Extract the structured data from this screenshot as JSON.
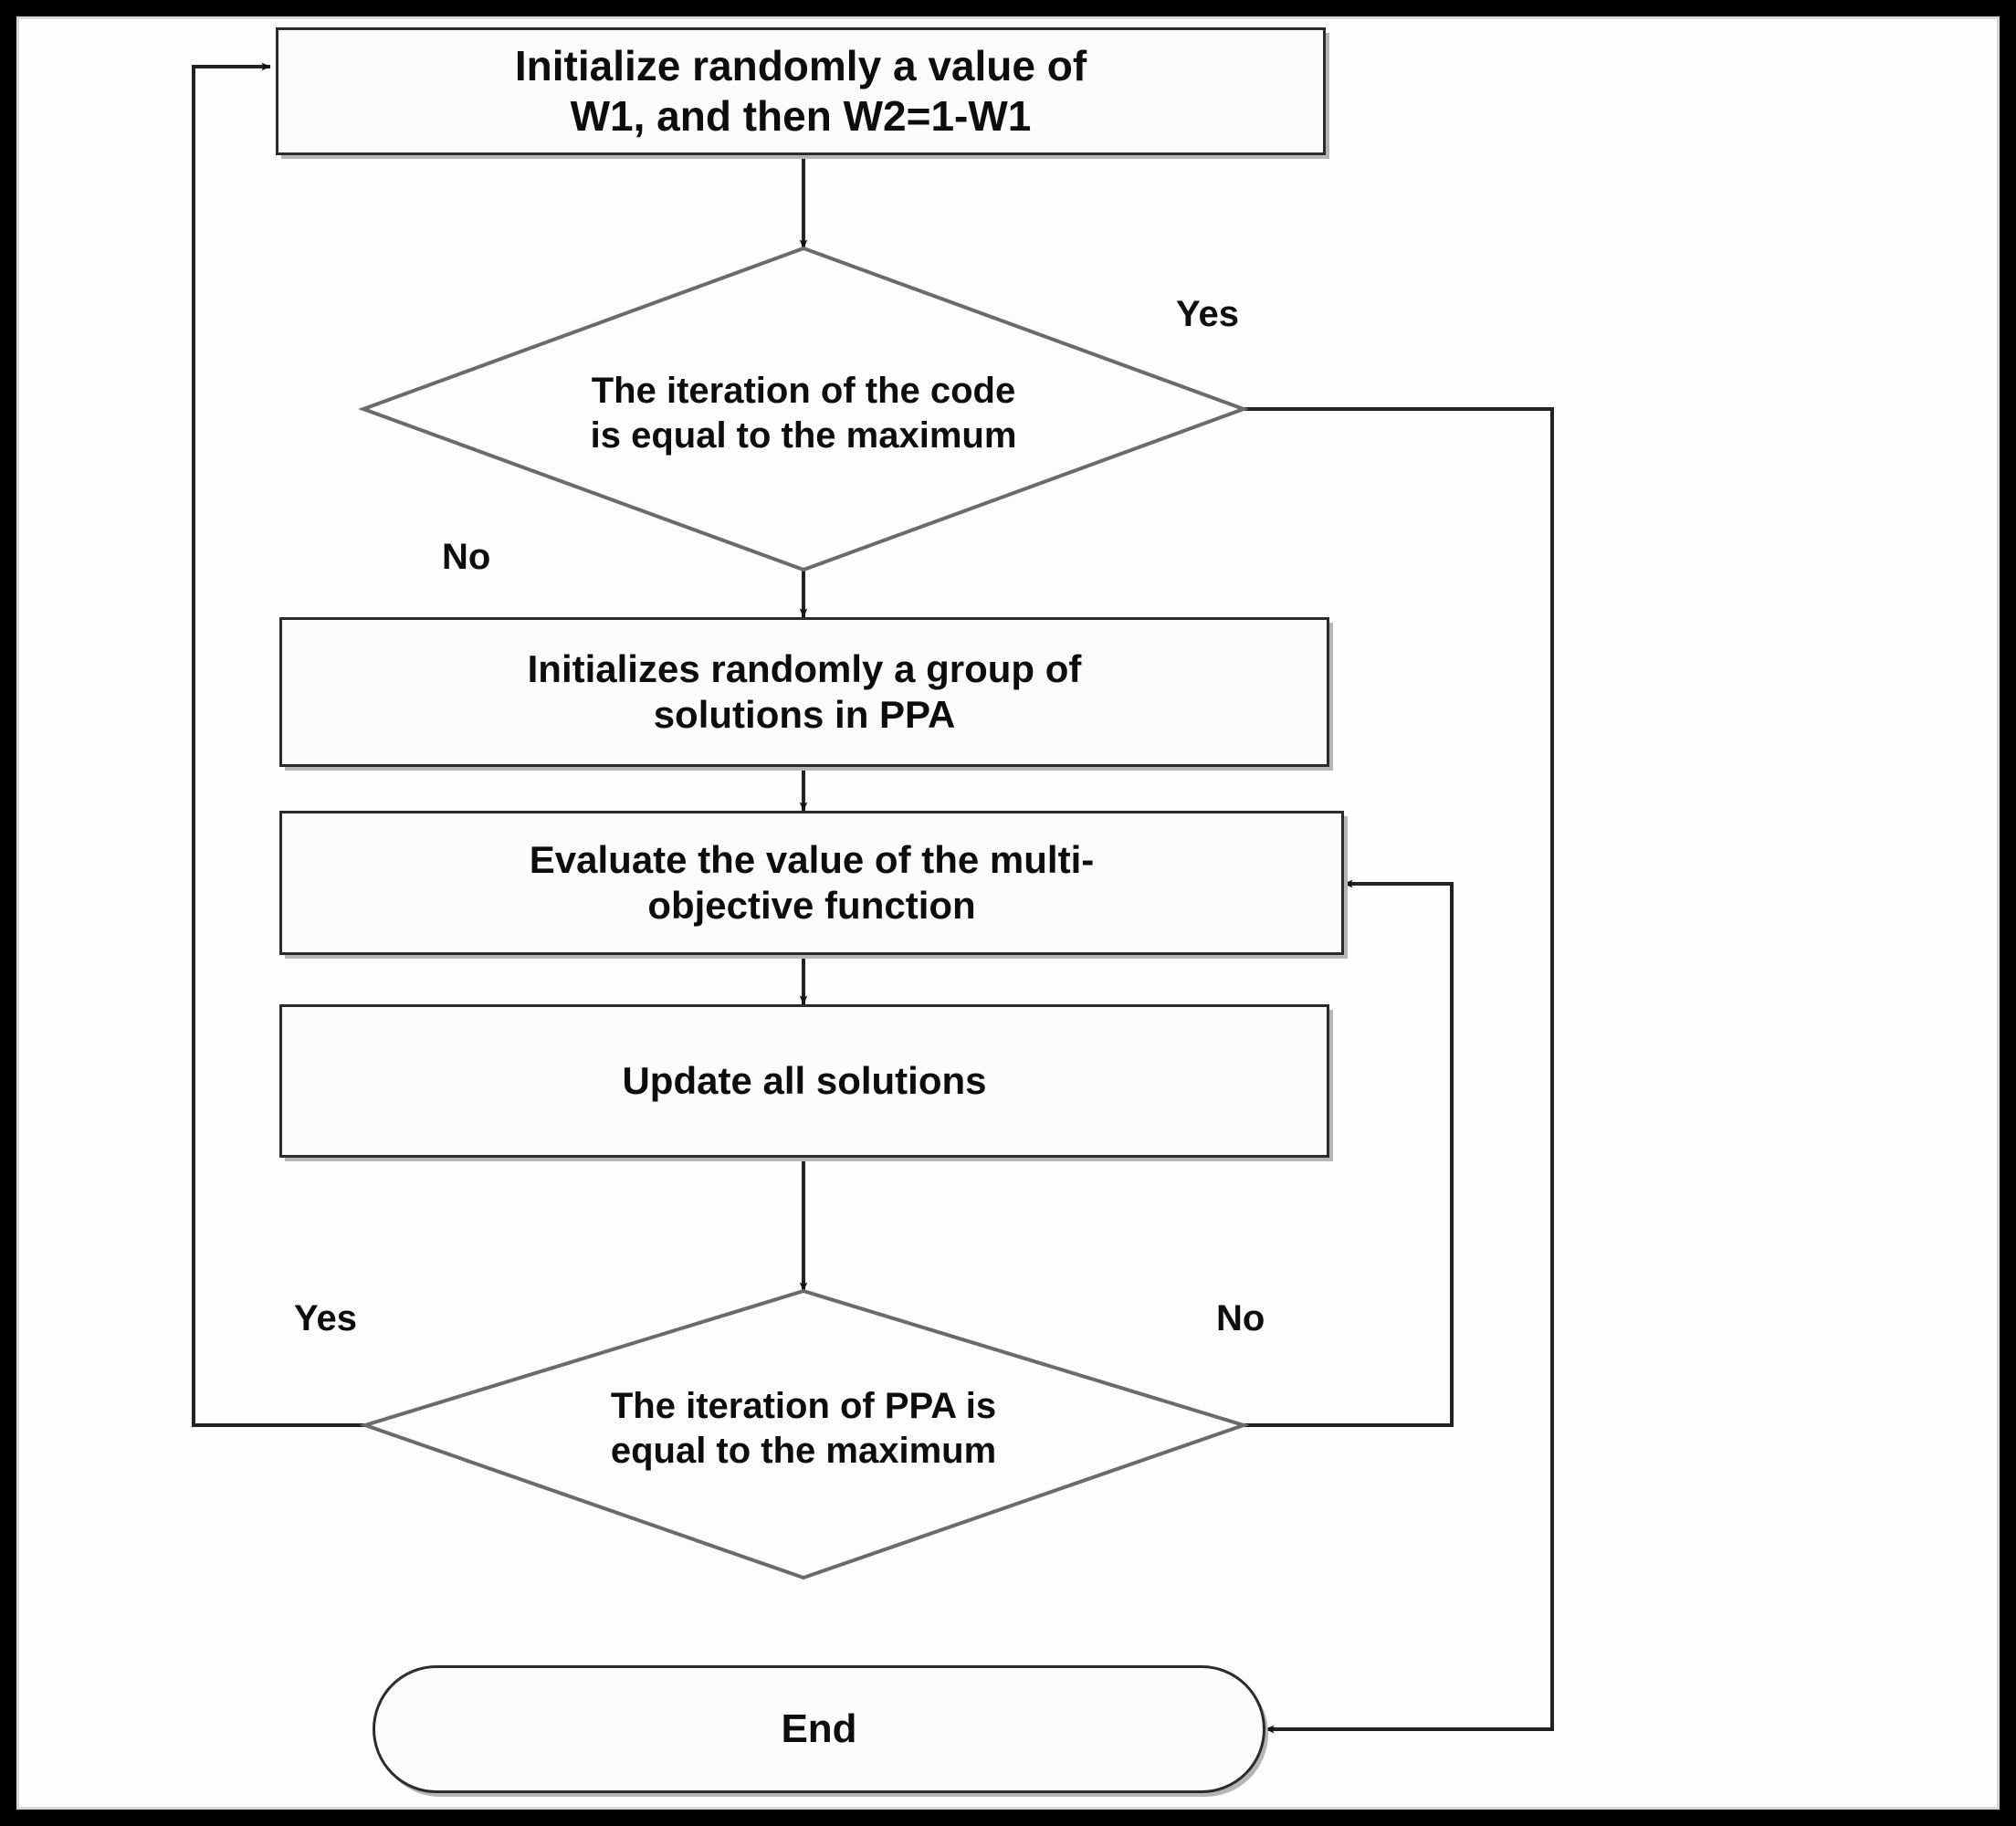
{
  "diagram": {
    "title": "PPA multi-objective optimization flowchart",
    "type": "flowchart",
    "colors": {
      "frame": "#000000",
      "node_border": "#2b2b2b",
      "node_fill": "#fcfcfc",
      "connector": "#222222",
      "text": "#0d0d0d"
    },
    "nodes": [
      {
        "id": "init-weights",
        "shape": "process",
        "line1": "Initialize randomly a value of",
        "line2": "W1, and then W2=1-W1"
      },
      {
        "id": "decision-code-iteration",
        "shape": "decision",
        "line1": "The iteration of the code",
        "line2": "is equal to the maximum"
      },
      {
        "id": "init-solutions",
        "shape": "process",
        "line1": "Initializes randomly a group of",
        "line2": "solutions in PPA"
      },
      {
        "id": "evaluate-objective",
        "shape": "process",
        "line1": "Evaluate the value of the multi-",
        "line2": "objective function"
      },
      {
        "id": "update-solutions",
        "shape": "process",
        "line1": "Update all solutions",
        "line2": ""
      },
      {
        "id": "decision-ppa-iteration",
        "shape": "decision",
        "line1": "The iteration of PPA is",
        "line2": "equal to the maximum"
      },
      {
        "id": "end",
        "shape": "terminator",
        "line1": "End",
        "line2": ""
      }
    ],
    "edge_labels": {
      "decision1_yes": "Yes",
      "decision1_no": "No",
      "decision2_yes": "Yes",
      "decision2_no": "No"
    }
  }
}
